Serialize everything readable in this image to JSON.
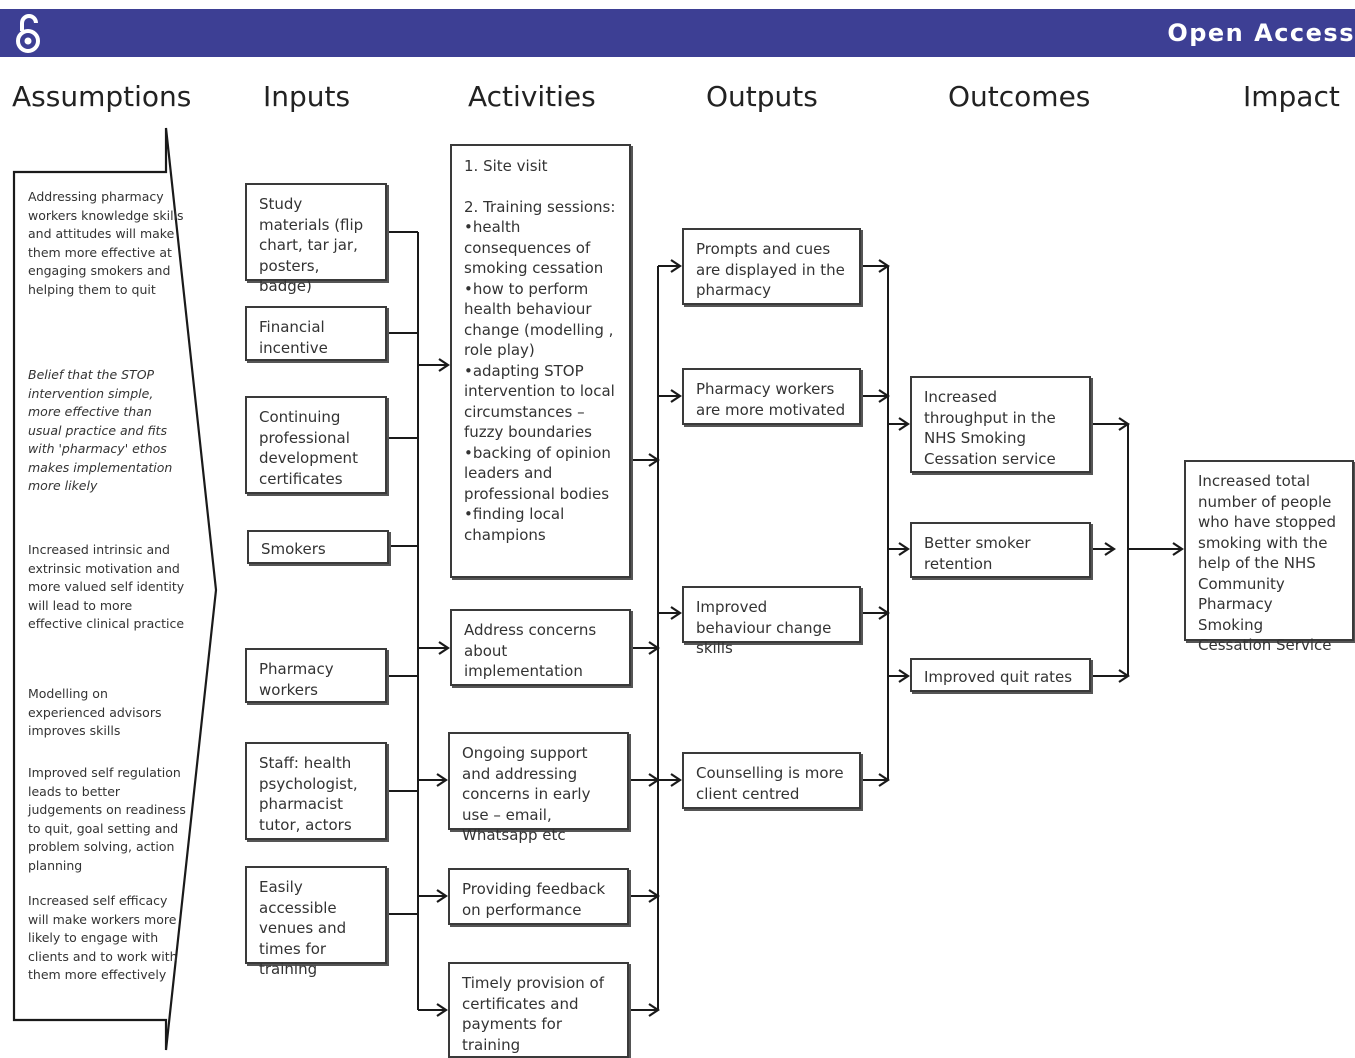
{
  "header": {
    "open_access_label": "Open Access"
  },
  "columns": {
    "assumptions": "Assumptions",
    "inputs": "Inputs",
    "activities": "Activities",
    "outputs": "Outputs",
    "outcomes": "Outcomes",
    "impact": "Impact"
  },
  "assumptions": [
    "Addressing pharmacy workers knowledge skills and attitudes will make them more effective at engaging smokers and helping them to quit",
    "Belief that the STOP intervention simple, more effective than usual practice and fits with 'pharmacy' ethos makes implementation more likely",
    "Increased intrinsic and extrinsic motivation and more valued self identity will lead to more effective clinical practice",
    "Modelling on experienced advisors improves skills",
    "Improved self regulation leads to better judgements on readiness to quit, goal setting and problem solving, action planning",
    "Increased self efficacy will make workers more likely to engage with clients and to work with them more effectively"
  ],
  "inputs": [
    "Study materials (flip chart, tar jar, posters, badge)",
    "Financial incentive",
    "Continuing professional development certificates",
    "Smokers",
    "Pharmacy workers",
    "Staff: health psychologist, pharmacist tutor, actors",
    "Easily accessible venues and times for training"
  ],
  "activities": {
    "main": [
      "1.  Site visit",
      "",
      "2.  Training sessions:",
      "•health consequences of smoking cessation",
      "•how to perform health behaviour change (modelling , role play)",
      "•adapting STOP intervention to local circumstances – fuzzy boundaries",
      "•backing of opinion leaders and professional bodies",
      "•finding local champions"
    ],
    "others": [
      "Address concerns about implementation",
      "Ongoing support and addressing concerns in early use – email, Whatsapp etc",
      "Providing feedback on performance",
      "Timely provision of certificates and payments for training"
    ]
  },
  "outputs": [
    "Prompts and cues are displayed in the pharmacy",
    "Pharmacy workers are more motivated",
    "Improved behaviour change skills",
    "Counselling is more client centred"
  ],
  "outcomes": [
    "Increased throughput in the NHS Smoking Cessation service",
    "Better smoker retention",
    "Improved quit rates"
  ],
  "impact": "Increased total number of people who have stopped smoking with the help of the NHS Community Pharmacy Smoking Cessation Service",
  "colors": {
    "header_bar": "#3d3f94",
    "header_text": "#ffffff",
    "line": "#1a1a1a"
  }
}
